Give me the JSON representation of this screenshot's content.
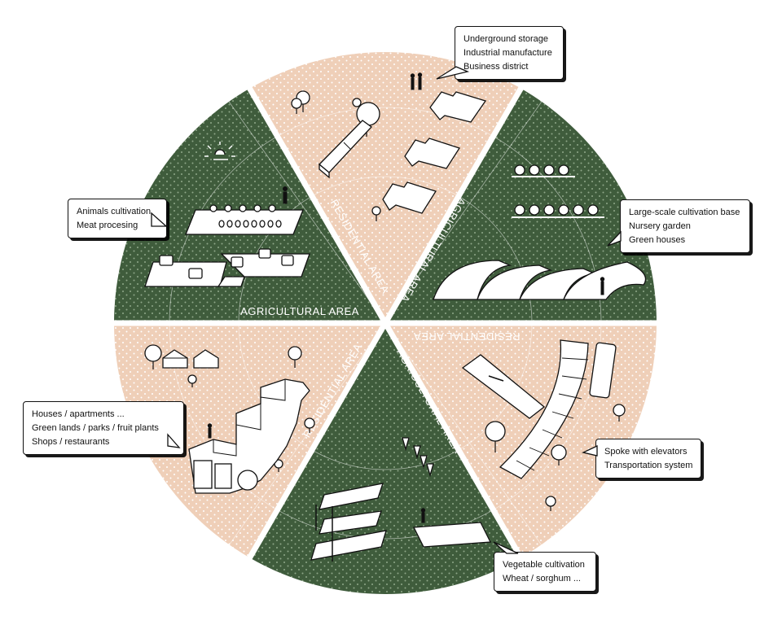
{
  "colors": {
    "agricultural": "#3f5c3c",
    "residential": "#efcfb8",
    "agri_dot": "#8fa88a",
    "resi_dot": "#ffffff",
    "ink": "#111111",
    "divider": "#ffffff"
  },
  "sectors": [
    {
      "name": "sector-residential-top",
      "type": "residential",
      "label": "RESIDENTIAL AREA"
    },
    {
      "name": "sector-agricultural-upper-right",
      "type": "agricultural",
      "label": "AGRICULTURAL AREA"
    },
    {
      "name": "sector-residential-lower-right",
      "type": "residential",
      "label": "RESIDENTIAL AREA"
    },
    {
      "name": "sector-agricultural-bottom",
      "type": "agricultural",
      "label": "AGRICULTURAL AREA"
    },
    {
      "name": "sector-residential-lower-left",
      "type": "residential",
      "label": "RESIDENTIAL AREA"
    },
    {
      "name": "sector-agricultural-upper-left",
      "type": "agricultural",
      "label": "AGRICULTURAL AREA"
    }
  ],
  "callouts": {
    "top": [
      "Underground storage",
      "Industrial manufacture",
      "Business district"
    ],
    "upper_right": [
      "Large-scale cultivation base",
      "Nursery garden",
      "Green houses"
    ],
    "upper_left": [
      "Animals cultivation",
      "Meat procesing"
    ],
    "lower_left": [
      "Houses / apartments ...",
      "Green lands / parks / fruit plants",
      "Shops / restaurants"
    ],
    "lower_right": [
      "Spoke with elevators",
      "Transportation system"
    ],
    "bottom": [
      "Vegetable cultivation",
      "Wheat / sorghum ..."
    ]
  }
}
